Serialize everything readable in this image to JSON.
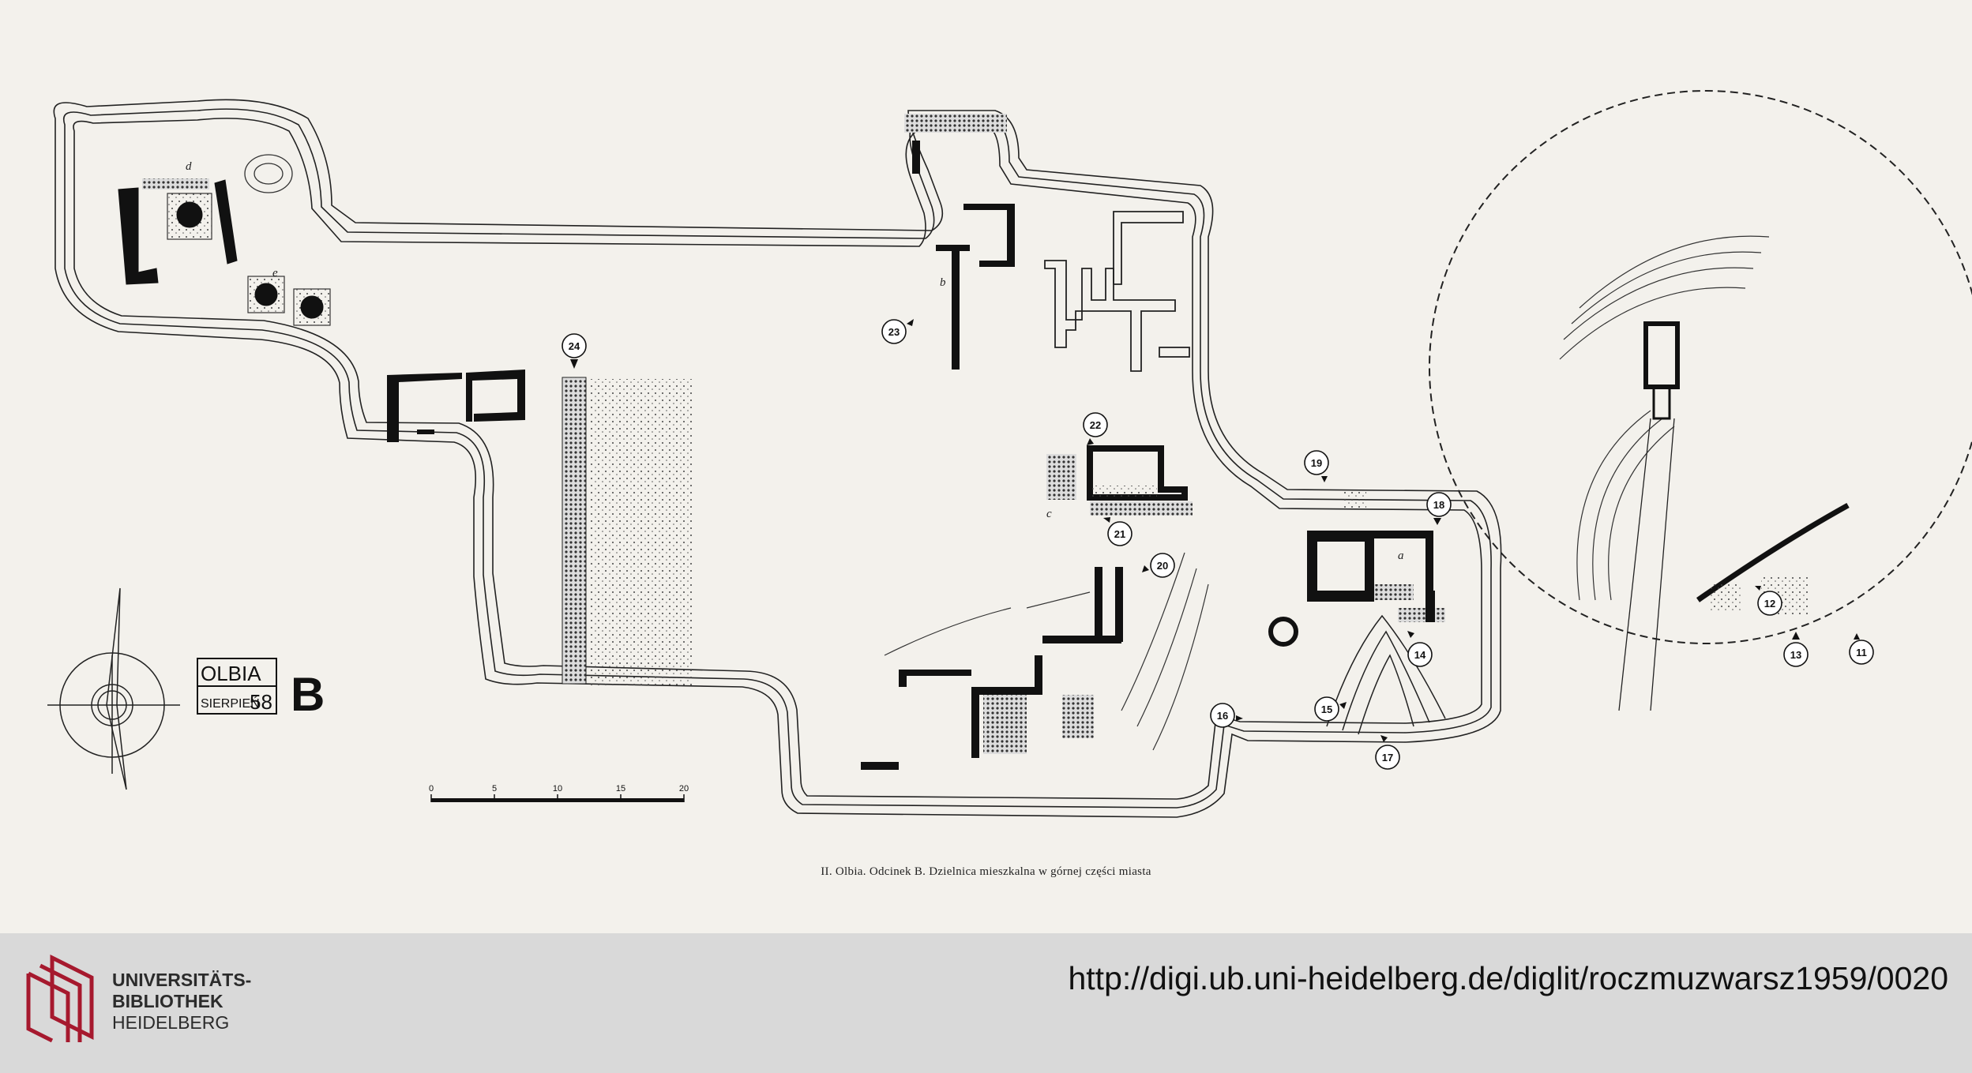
{
  "plan": {
    "site_label": "OLBIA",
    "date_label": "SIERPIEŃ",
    "year_label": "58",
    "sector_label": "B",
    "room_labels": [
      "a",
      "b",
      "c",
      "d",
      "e"
    ],
    "markers": [
      "11",
      "12",
      "13",
      "14",
      "15",
      "16",
      "17",
      "18",
      "19",
      "20",
      "21",
      "22",
      "23",
      "24"
    ],
    "scale_labels": [
      "0",
      "5",
      "10",
      "15",
      "20"
    ]
  },
  "caption": "II. Olbia. Odcinek B. Dzielnica mieszkalna w górnej części miasta",
  "footer": {
    "library_line1": "UNIVERSITÄTS-",
    "library_line2": "BIBLIOTHEK",
    "library_line3": "HEIDELBERG",
    "url": "http://digi.ub.uni-heidelberg.de/diglit/roczmuzwarsz1959/0020",
    "brand_color": "#a6192e"
  }
}
